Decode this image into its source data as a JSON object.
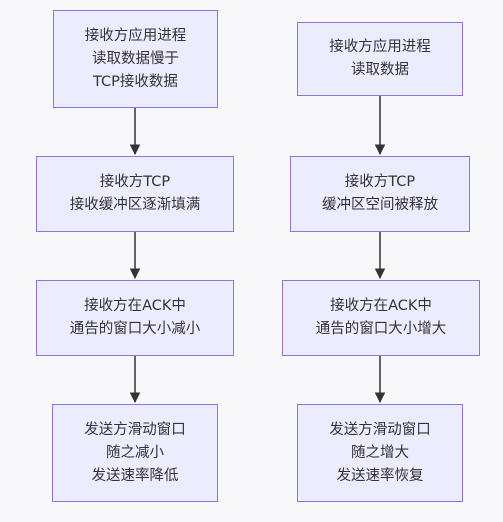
{
  "colors": {
    "node_fill": "#ececff",
    "node_border": "#9370db",
    "edge": "#333333",
    "text": "#333333",
    "background": "#f8f8fb"
  },
  "left_chain": [
    {
      "lines": [
        "接收方应用进程",
        "读取数据慢于",
        "TCP接收数据"
      ]
    },
    {
      "lines": [
        "接收方TCP",
        "接收缓冲区逐渐填满"
      ]
    },
    {
      "lines": [
        "接收方在ACK中",
        "通告的窗口大小减小"
      ]
    },
    {
      "lines": [
        "发送方滑动窗口",
        "随之减小",
        "发送速率降低"
      ]
    }
  ],
  "right_chain": [
    {
      "lines": [
        "接收方应用进程",
        "读取数据"
      ]
    },
    {
      "lines": [
        "接收方TCP",
        "缓冲区空间被释放"
      ]
    },
    {
      "lines": [
        "接收方在ACK中",
        "通告的窗口大小增大"
      ]
    },
    {
      "lines": [
        "发送方滑动窗口",
        "随之增大",
        "发送速率恢复"
      ]
    }
  ]
}
